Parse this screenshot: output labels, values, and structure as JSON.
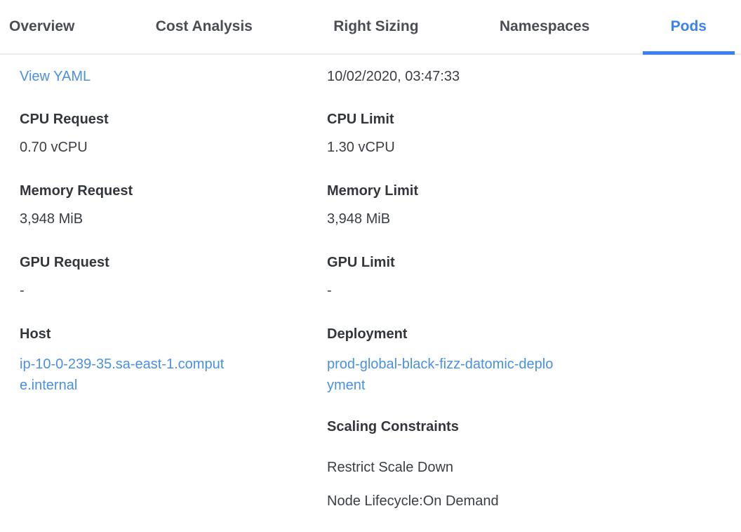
{
  "colors": {
    "accent": "#3b82f0",
    "link": "#4a90e2",
    "text": "#3a3e44",
    "label": "#33373c",
    "tab-inactive": "#4a4e54",
    "divider": "#ececec"
  },
  "tabs": {
    "active": "Pods",
    "items": [
      {
        "label": "Overview",
        "active": false
      },
      {
        "label": "Cost Analysis",
        "active": false
      },
      {
        "label": "Right Sizing",
        "active": false
      },
      {
        "label": "Namespaces",
        "active": false
      },
      {
        "label": "Pods",
        "active": true
      }
    ]
  },
  "details": {
    "view_yaml_label": "View YAML",
    "timestamp": "10/02/2020, 03:47:33",
    "fields": {
      "cpu_request": {
        "label": "CPU Request",
        "value": "0.70 vCPU"
      },
      "cpu_limit": {
        "label": "CPU Limit",
        "value": "1.30 vCPU"
      },
      "memory_request": {
        "label": "Memory Request",
        "value": "3,948 MiB"
      },
      "memory_limit": {
        "label": "Memory Limit",
        "value": "3,948 MiB"
      },
      "gpu_request": {
        "label": "GPU Request",
        "value": "-"
      },
      "gpu_limit": {
        "label": "GPU Limit",
        "value": "-"
      },
      "host": {
        "label": "Host",
        "value": "ip-10-0-239-35.sa-east-1.compute.internal"
      },
      "deployment": {
        "label": "Deployment",
        "value": "prod-global-black-fizz-datomic-deployment"
      }
    },
    "scaling": {
      "title": "Scaling Constraints",
      "constraints": [
        "Restrict Scale Down",
        "Node Lifecycle:On Demand"
      ]
    }
  }
}
